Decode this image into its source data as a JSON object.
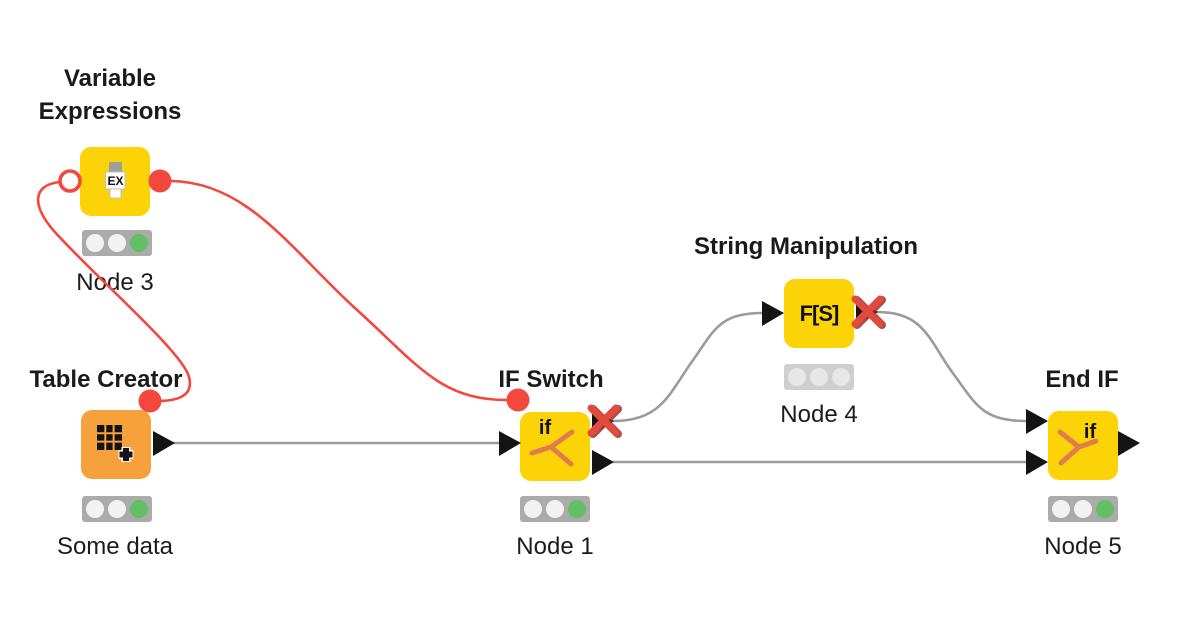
{
  "workflow": {
    "background_color": "#ffffff",
    "nodes": [
      {
        "title": "Variable Expressions",
        "title_line1": "Variable",
        "title_line2": "Expressions",
        "label": "Node 3",
        "icon_text": "EX",
        "status": "executed",
        "status_lights": [
          "off",
          "off",
          "green"
        ]
      },
      {
        "title": "Table Creator",
        "label": "Some data",
        "icon": "table-plus-icon",
        "status": "executed",
        "status_lights": [
          "off",
          "off",
          "green"
        ]
      },
      {
        "title": "IF Switch",
        "label": "Node 1",
        "icon_text": "if",
        "status": "executed",
        "status_lights": [
          "off",
          "off",
          "green"
        ]
      },
      {
        "title": "String Manipulation",
        "label": "Node 4",
        "icon_text": "F[S]",
        "status": "inactive",
        "status_lights": [
          "off",
          "off",
          "off"
        ]
      },
      {
        "title": "End IF",
        "label": "Node 5",
        "icon_text": "if",
        "status": "executed",
        "status_lights": [
          "off",
          "off",
          "green"
        ]
      }
    ],
    "connections": [
      {
        "type": "flow-variable",
        "from": "Table Creator",
        "from_port": "flow-variable-out",
        "to": "Variable Expressions",
        "to_port": "flow-variable-in"
      },
      {
        "type": "flow-variable",
        "from": "Variable Expressions",
        "from_port": "flow-variable-out",
        "to": "IF Switch",
        "to_port": "flow-variable-in"
      },
      {
        "type": "data",
        "from": "Table Creator",
        "from_port": "out-0",
        "to": "IF Switch",
        "to_port": "in-0"
      },
      {
        "type": "data",
        "from": "IF Switch",
        "from_port": "out-top-inactive",
        "to": "String Manipulation",
        "to_port": "in-0"
      },
      {
        "type": "data",
        "from": "String Manipulation",
        "from_port": "out-inactive",
        "to": "End IF",
        "to_port": "in-top"
      },
      {
        "type": "data",
        "from": "IF Switch",
        "from_port": "out-bottom",
        "to": "End IF",
        "to_port": "in-bottom"
      }
    ],
    "colors": {
      "node_yellow": "#FCD306",
      "node_orange": "#F7A13D",
      "wire_red": "#F4473E",
      "wire_gray": "#9B9B9B",
      "port_black": "#141414",
      "status_green": "#64BE64",
      "traffic_bg_active": "#ABABAB",
      "traffic_bg_inactive": "#CFCFCF",
      "icon_branch_orange": "#E07D4C",
      "inactive_x_red": "#E04A3F"
    }
  }
}
